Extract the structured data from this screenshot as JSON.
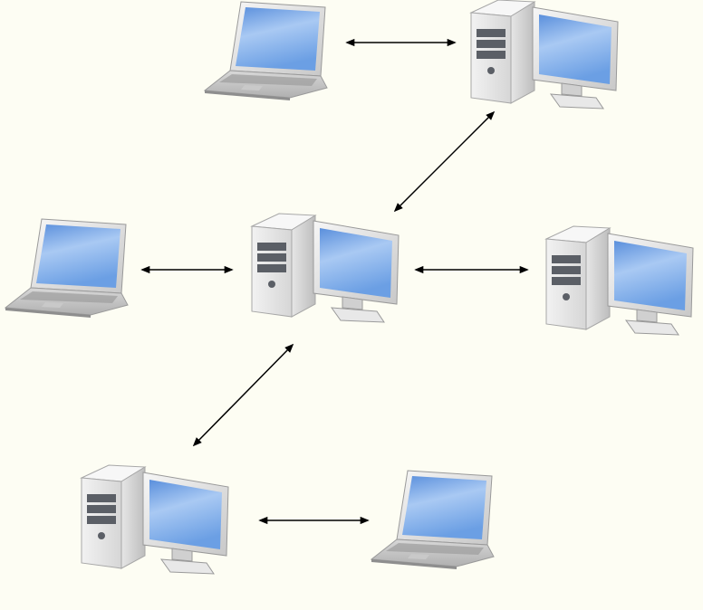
{
  "diagram": {
    "type": "network",
    "nodes": [
      {
        "id": "laptop-top",
        "kind": "laptop"
      },
      {
        "id": "desktop-top-right",
        "kind": "desktop"
      },
      {
        "id": "laptop-left",
        "kind": "laptop"
      },
      {
        "id": "desktop-center",
        "kind": "desktop"
      },
      {
        "id": "desktop-right",
        "kind": "desktop"
      },
      {
        "id": "desktop-bottom-left",
        "kind": "desktop"
      },
      {
        "id": "laptop-bottom-right",
        "kind": "laptop"
      }
    ],
    "edges": [
      {
        "from": "laptop-top",
        "to": "desktop-top-right",
        "direction": "both"
      },
      {
        "from": "desktop-top-right",
        "to": "desktop-center",
        "direction": "both"
      },
      {
        "from": "laptop-left",
        "to": "desktop-center",
        "direction": "both"
      },
      {
        "from": "desktop-center",
        "to": "desktop-right",
        "direction": "both"
      },
      {
        "from": "desktop-center",
        "to": "desktop-bottom-left",
        "direction": "both"
      },
      {
        "from": "desktop-bottom-left",
        "to": "laptop-bottom-right",
        "direction": "both"
      }
    ],
    "colors": {
      "background": "#fdfdf3",
      "screen": "#6fa3e6",
      "case": "#dcdcdc",
      "arrow": "#000000"
    }
  }
}
